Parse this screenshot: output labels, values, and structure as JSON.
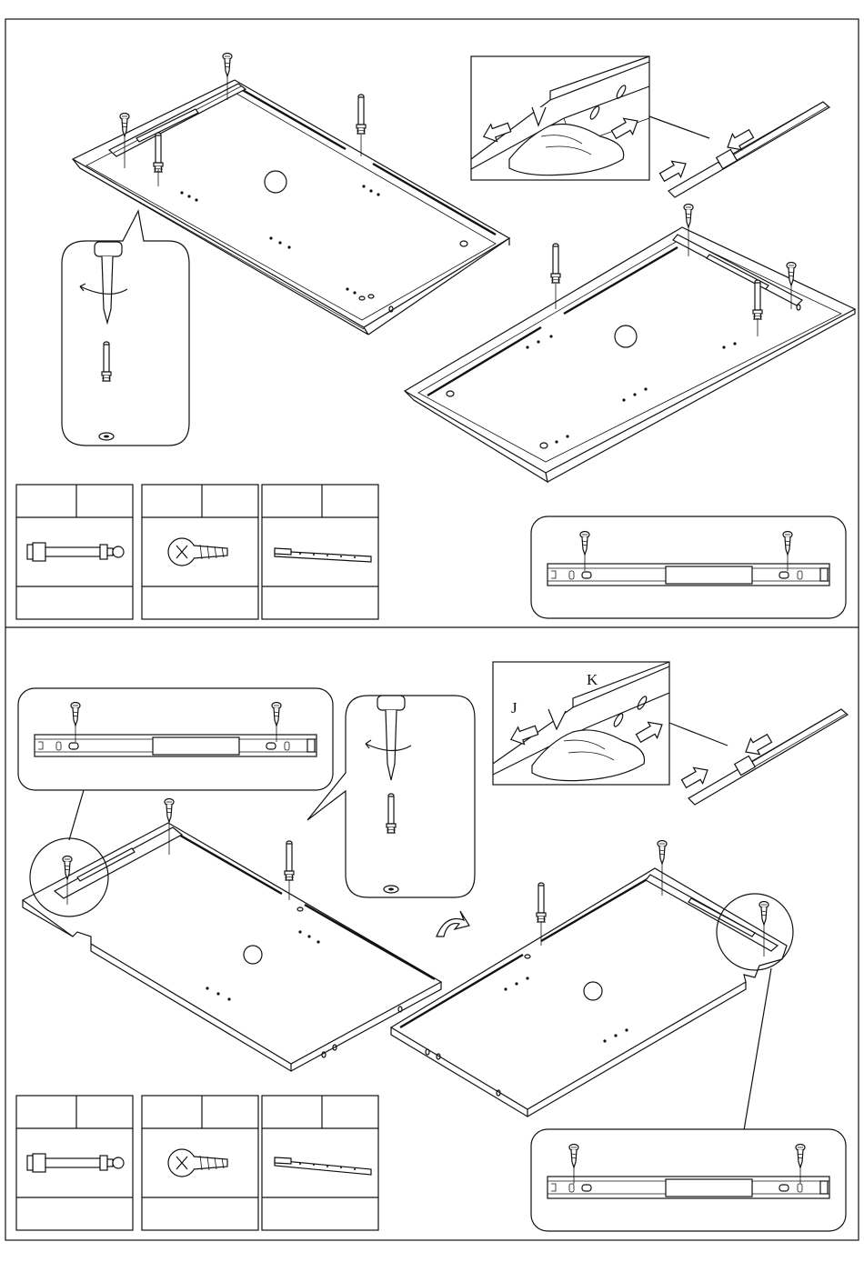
{
  "sections": [
    {
      "id": "top",
      "parts": [
        {
          "part": "cam-bolt",
          "icon": "cam-bolt-icon"
        },
        {
          "part": "screw",
          "icon": "screw-icon"
        },
        {
          "part": "drawer-slide",
          "icon": "drawer-slide-icon"
        }
      ]
    },
    {
      "id": "bottom",
      "callout_labels": {
        "left": "J",
        "top": "K"
      },
      "parts": [
        {
          "part": "cam-bolt",
          "icon": "cam-bolt-icon"
        },
        {
          "part": "screw",
          "icon": "screw-icon"
        },
        {
          "part": "drawer-slide",
          "icon": "drawer-slide-icon"
        }
      ]
    }
  ],
  "icons": {
    "rotate": "rotate-arrow-icon",
    "screwdriver": "screwdriver-icon",
    "hand": "hand-icon"
  },
  "colors": {
    "line": "#111111",
    "background": "#ffffff"
  }
}
